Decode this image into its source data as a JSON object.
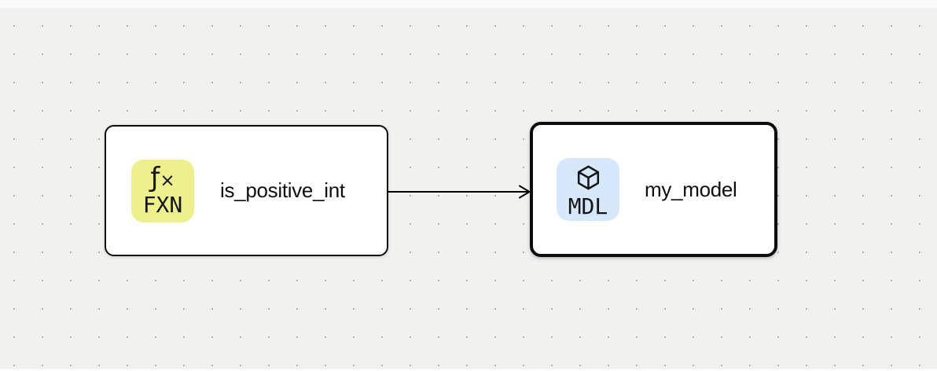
{
  "diagram": {
    "nodes": [
      {
        "label": "is_positive_int",
        "type_badge": "FXN",
        "glyph_f": "ƒ",
        "glyph_x": "×",
        "icon": "function-icon",
        "tile_color": "#edf08d",
        "selected": false
      },
      {
        "label": "my_model",
        "type_badge": "MDL",
        "icon": "cube-icon",
        "tile_color": "#d7e8fc",
        "selected": true
      }
    ],
    "edge": {
      "from": "is_positive_int",
      "to": "my_model",
      "direction": "right"
    }
  },
  "colors": {
    "canvas_bg": "#f1f1f0",
    "grid_dot": "#a6a6a6",
    "node_bg": "#ffffff",
    "node_border": "#0d0d0d",
    "fxn_tile": "#edf08d",
    "mdl_tile": "#d7e8fc",
    "edge_stroke": "#000000",
    "label_text": "#0f0f0f"
  }
}
